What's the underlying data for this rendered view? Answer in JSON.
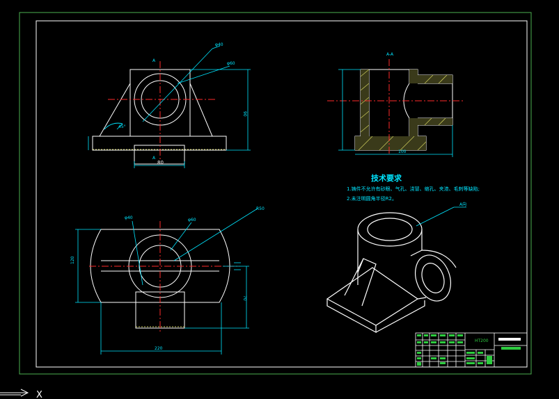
{
  "colors": {
    "background": "#000000",
    "outline": "#ffffff",
    "frame": "#4caf50",
    "centerline": "#ff2a2a",
    "dimension": "#00e5ff",
    "hatch": "#c8c85a",
    "text_cyan": "#00e5ff",
    "title_block_green": "#2ecc40"
  },
  "front_view": {
    "section_mark_top": "A",
    "section_mark_bottom": "A",
    "dim_bottom": "80",
    "dim_right": "90",
    "leader_label_1": "φ40",
    "leader_label_2": "φ60",
    "angle_label": "45°"
  },
  "section_view": {
    "title": "A-A",
    "dim_left": "",
    "dim_bottom": "100"
  },
  "top_view": {
    "leader_label_1": "φ40",
    "leader_label_2": "φ60",
    "leader_label_3": "R50",
    "dim_left": "120",
    "dim_right": "70",
    "dim_bottom": "220"
  },
  "tech_requirements": {
    "title": "技术要求",
    "line_1": "1.铸件不允许有砂眼、气孔、浇冒、缩孔、夹渣、毛刺等缺陷;",
    "line_2": "2.未注明圆角半径R2。"
  },
  "iso_view": {
    "leader_label": "A向"
  },
  "title_block": {
    "material_code": "HT200"
  },
  "command_bar": {
    "close_glyph": "X"
  }
}
